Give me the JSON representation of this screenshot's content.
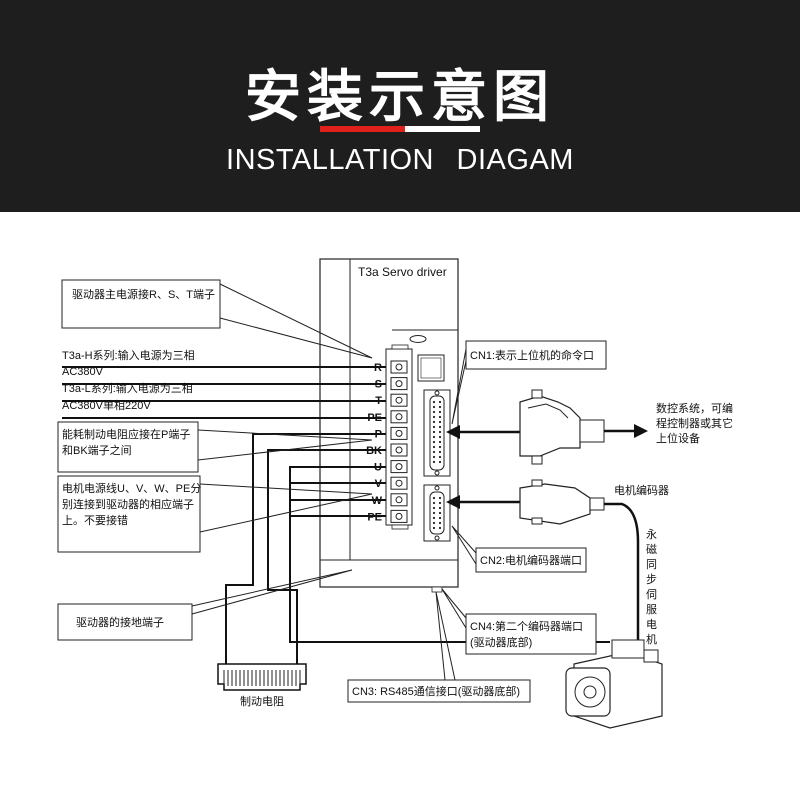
{
  "header": {
    "title_cn": "安装示意图",
    "title_en": "INSTALLATION   DIAGAM"
  },
  "colors": {
    "header_bg": "#1e1e1e",
    "accent": "#e0201a"
  },
  "driver": {
    "label": "T3a Servo driver",
    "terminals": [
      "R",
      "S",
      "T",
      "PE",
      "P",
      "BK",
      "U",
      "V",
      "W",
      "PE"
    ]
  },
  "callouts": {
    "main_power": "驱动器主电源接R、S、T端子",
    "input_h_line1": "T3a-H系列:输入电源为三相",
    "input_h_line2": "AC380V",
    "input_l_line1": "T3a-L系列:输入电源为三相",
    "input_l_line2": "AC380V单相220V",
    "brake_line1": "能耗制动电阻应接在P端子",
    "brake_line2": "和BK端子之间",
    "motor_line1": "电机电源线U、V、W、PE分",
    "motor_line2": "别连接到驱动器的相应端子",
    "motor_line3": "上。不要接错",
    "ground": "驱动器的接地端子",
    "resistor": "制动电阻",
    "cn1": "CN1:表示上位机的命令口",
    "cn2": "CN2:电机编码器端口",
    "cn4_line1": "CN4:第二个编码器端口",
    "cn4_line2": "(驱动器底部)",
    "cn3": "CN3: RS485通信接口(驱动器底部)",
    "controller_line1": "数控系统，可编",
    "controller_line2": "程控制器或其它",
    "controller_line3": "上位设备",
    "encoder": "电机编码器",
    "motor_vertical": "永磁同步伺服电机"
  }
}
